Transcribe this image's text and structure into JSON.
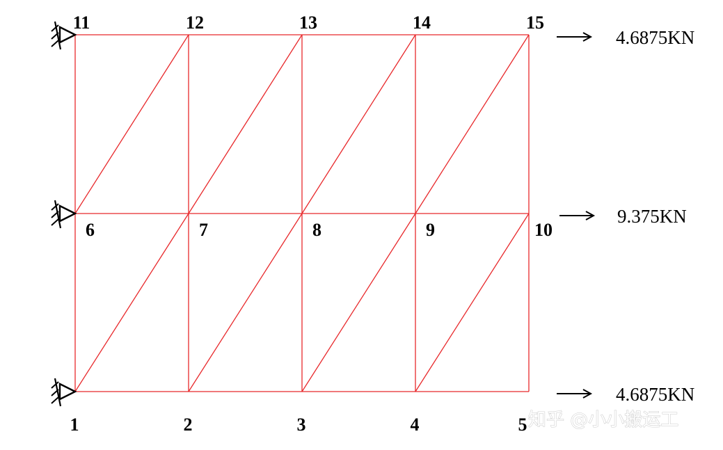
{
  "diagram": {
    "type": "truss_mesh",
    "colors": {
      "member": "#e8282b",
      "support": "#000000",
      "arrow": "#000000",
      "label": "#000000"
    },
    "nodes": [
      {
        "id": 1,
        "label": "1",
        "col": 0,
        "row": 0
      },
      {
        "id": 2,
        "label": "2",
        "col": 1,
        "row": 0
      },
      {
        "id": 3,
        "label": "3",
        "col": 2,
        "row": 0
      },
      {
        "id": 4,
        "label": "4",
        "col": 3,
        "row": 0
      },
      {
        "id": 5,
        "label": "5",
        "col": 4,
        "row": 0
      },
      {
        "id": 6,
        "label": "6",
        "col": 0,
        "row": 1
      },
      {
        "id": 7,
        "label": "7",
        "col": 1,
        "row": 1
      },
      {
        "id": 8,
        "label": "8",
        "col": 2,
        "row": 1
      },
      {
        "id": 9,
        "label": "9",
        "col": 3,
        "row": 1
      },
      {
        "id": 10,
        "label": "10",
        "col": 4,
        "row": 1
      },
      {
        "id": 11,
        "label": "11",
        "col": 0,
        "row": 2
      },
      {
        "id": 12,
        "label": "12",
        "col": 1,
        "row": 2
      },
      {
        "id": 13,
        "label": "13",
        "col": 2,
        "row": 2
      },
      {
        "id": 14,
        "label": "14",
        "col": 3,
        "row": 2
      },
      {
        "id": 15,
        "label": "15",
        "col": 4,
        "row": 2
      }
    ],
    "members": [
      [
        1,
        2
      ],
      [
        2,
        3
      ],
      [
        3,
        4
      ],
      [
        4,
        5
      ],
      [
        6,
        7
      ],
      [
        7,
        8
      ],
      [
        8,
        9
      ],
      [
        9,
        10
      ],
      [
        11,
        12
      ],
      [
        12,
        13
      ],
      [
        13,
        14
      ],
      [
        14,
        15
      ],
      [
        1,
        6
      ],
      [
        6,
        11
      ],
      [
        2,
        7
      ],
      [
        7,
        12
      ],
      [
        3,
        8
      ],
      [
        8,
        13
      ],
      [
        4,
        9
      ],
      [
        9,
        14
      ],
      [
        5,
        10
      ],
      [
        10,
        15
      ],
      [
        1,
        7
      ],
      [
        2,
        8
      ],
      [
        3,
        9
      ],
      [
        4,
        10
      ],
      [
        6,
        12
      ],
      [
        7,
        13
      ],
      [
        8,
        14
      ],
      [
        9,
        15
      ]
    ],
    "supports": [
      {
        "node": 1,
        "type": "pin-support-icon"
      },
      {
        "node": 6,
        "type": "pin-support-icon"
      },
      {
        "node": 11,
        "type": "pin-support-icon"
      }
    ],
    "loads": [
      {
        "node": 15,
        "label": "4.6875KN",
        "direction": "right"
      },
      {
        "node": 10,
        "label": "9.375KN",
        "direction": "right"
      },
      {
        "node": 5,
        "label": "4.6875KN",
        "direction": "right"
      }
    ]
  },
  "watermark": {
    "text": "知乎 @小小搬运工"
  }
}
